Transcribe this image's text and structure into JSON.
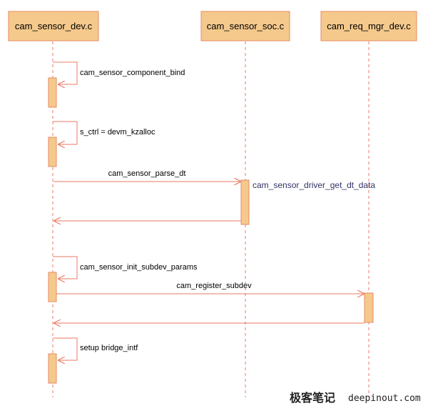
{
  "participants": [
    {
      "id": "p0",
      "label": "cam_sensor_dev.c"
    },
    {
      "id": "p1",
      "label": "cam_sensor_soc.c"
    },
    {
      "id": "p2",
      "label": "cam_req_mgr_dev.c"
    }
  ],
  "messages": [
    {
      "id": "m0",
      "kind": "self",
      "label": "cam_sensor_component_bind"
    },
    {
      "id": "m1",
      "kind": "self",
      "label": "s_ctrl = devm_kzalloc"
    },
    {
      "id": "m2",
      "kind": "call",
      "label": "cam_sensor_parse_dt"
    },
    {
      "id": "m3",
      "kind": "return",
      "label": ""
    },
    {
      "id": "m4",
      "kind": "self",
      "label": "cam_sensor_init_subdev_params"
    },
    {
      "id": "m5",
      "kind": "call",
      "label": "cam_register_subdev"
    },
    {
      "id": "m6",
      "kind": "return",
      "label": ""
    },
    {
      "id": "m7",
      "kind": "self",
      "label": "setup bridge_intf"
    }
  ],
  "notes": {
    "driver_get_dt_data": "cam_sensor_driver_get_dt_data"
  },
  "watermark": {
    "cn": "极客笔记",
    "url": "deepinout.com"
  },
  "colors": {
    "box_fill": "#f5c98c",
    "box_stroke": "#e68a61",
    "line": "#ea7a63"
  }
}
